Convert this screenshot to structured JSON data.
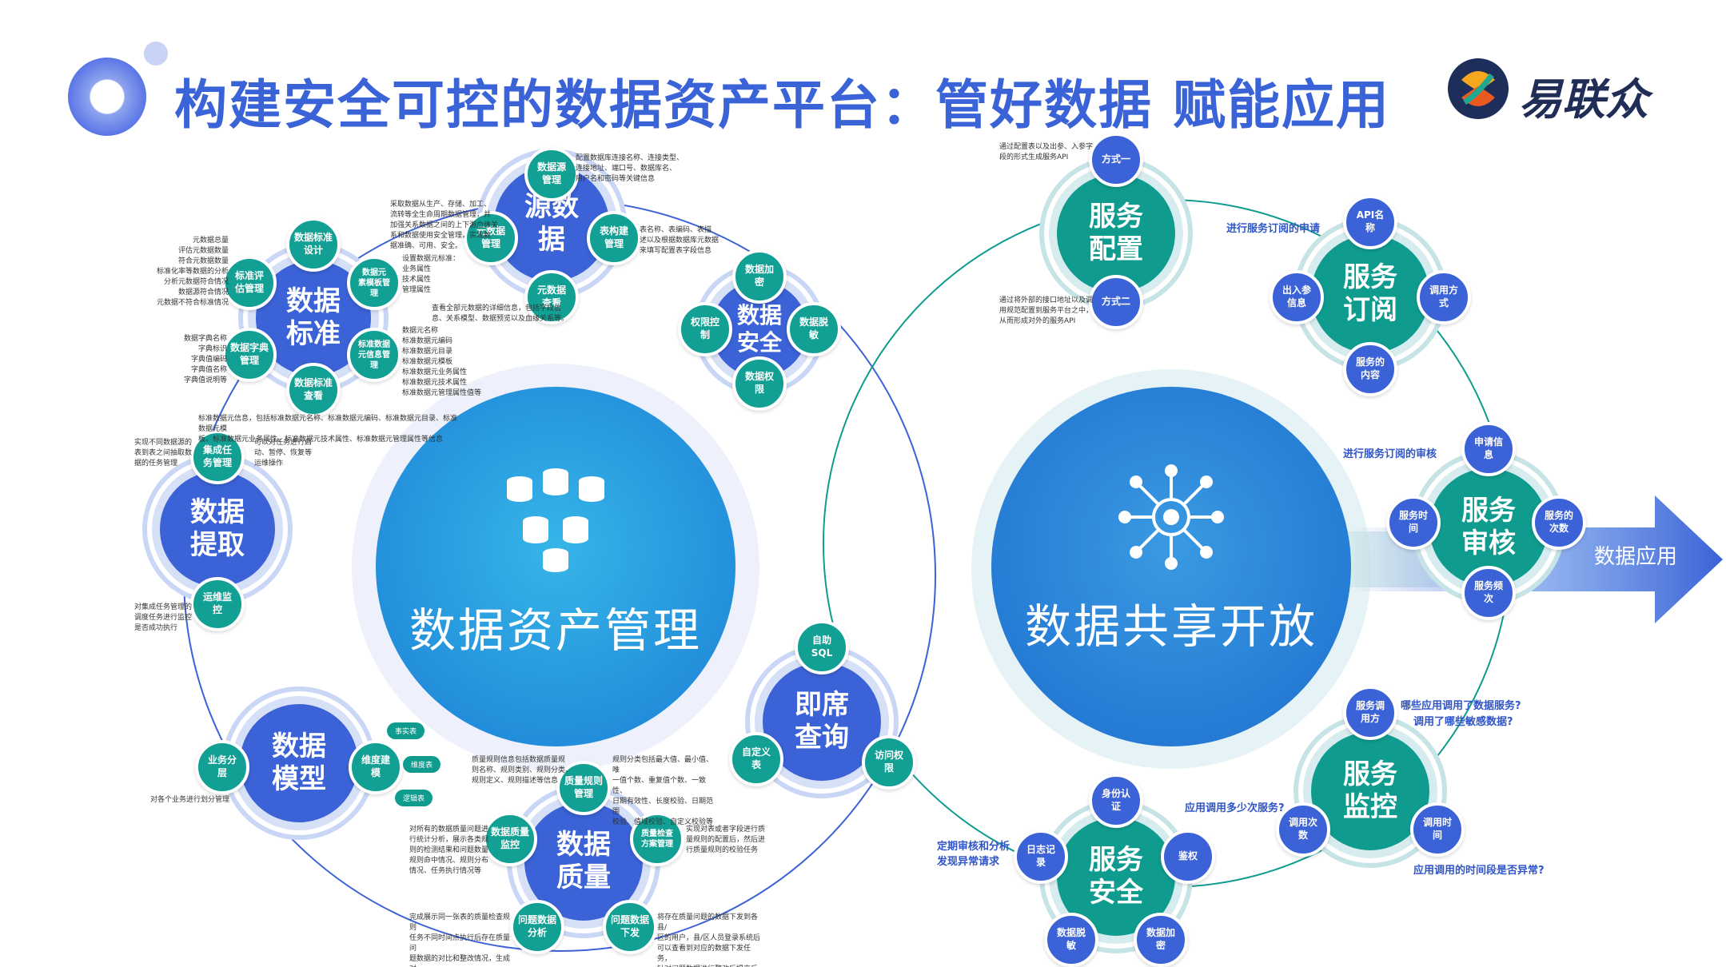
{
  "title": "构建安全可控的数据资产平台：管好数据  赋能应用",
  "logo": {
    "text": "易联众"
  },
  "colors": {
    "blue": "#3b62d6",
    "teal": "#0f9c8f",
    "title": "#3a63d8"
  },
  "center_left": {
    "label": "数据资产管理",
    "icon": "database-stack-icon"
  },
  "center_right": {
    "label": "数据共享开放",
    "icon": "network-share-icon"
  },
  "arrow": {
    "label": "数据应用"
  },
  "modules": {
    "source": {
      "label": "源数\n据",
      "sats": [
        "数据源\n管理",
        "元数据\n管理",
        "表构建\n管理",
        "元数据\n查看"
      ]
    },
    "standard": {
      "label": "数据\n标准",
      "sats": [
        "数据标准\n设计",
        "标准评\n估管理",
        "数据元\n素模板管\n理",
        "数据字典\n管理",
        "标准数据\n元信息管\n理",
        "数据标准\n查看"
      ]
    },
    "security": {
      "label": "数据\n安全",
      "sats": [
        "数据加\n密",
        "权限控\n制",
        "数据脱\n敏",
        "数据权\n限"
      ]
    },
    "extract": {
      "label": "数据\n提取",
      "sats": [
        "集成任\n务管理",
        "运维监\n控"
      ]
    },
    "adhoc": {
      "label": "即席\n查询",
      "sats": [
        "自助\nSQL",
        "自定义\n表",
        "访问权\n限"
      ]
    },
    "model": {
      "label": "数据\n模型",
      "sats": [
        "业务分\n层",
        "维度建\n模"
      ]
    },
    "quality": {
      "label": "数据\n质量",
      "sats": [
        "质量规则\n管理",
        "数据质量\n监控",
        "质量检查\n方案管理",
        "问题数据\n分析",
        "问题数据\n下发"
      ]
    },
    "svc_config": {
      "label": "服务\n配置",
      "sats": [
        "方式一",
        "方式二"
      ]
    },
    "svc_subscribe": {
      "label": "服务\n订阅",
      "sats": [
        "API名\n称",
        "出入参\n信息",
        "调用方\n式",
        "服务的\n内容"
      ]
    },
    "svc_review": {
      "label": "服务\n审核",
      "sats": [
        "申请信\n息",
        "服务时\n间",
        "服务的\n次数",
        "服务频\n次"
      ]
    },
    "svc_monitor": {
      "label": "服务\n监控",
      "sats": [
        "服务调\n用方",
        "调用次\n数",
        "调用时\n间"
      ]
    },
    "svc_security": {
      "label": "服务\n安全",
      "sats": [
        "身份认\n证",
        "日志记\n录",
        "鉴权",
        "数据脱\n敏",
        "数据加\n密"
      ]
    }
  },
  "model_pills": [
    "事实表",
    "维度表",
    "逻辑表"
  ],
  "notes": {
    "source_top": "配置数据库连接名称、连接类型、\n连接地址、端口号、数据库名、\n用户名和密码等关键信息",
    "source_left": "采取数据从生产、存储、加工、\n流转等全生命周期数据管理，并\n加强关系数据之间的上下游血缘关\n系和数据使用安全管理，实现数\n据准确、可用、安全。",
    "source_right": "表名称、表编码、表描\n述以及根据数据库元数据\n来填写配置表字段信息",
    "source_bottom": "查看全部元数据的详细信息，包括字段信\n息、关系模型、数据预览以及血缘关系等。",
    "std_left": "元数据总量\n评估元数据数量\n符合元数据数量\n标准化率等数据的分析\n分析元数据符合情况\n数据源符合情况\n元数据不符合标准情况",
    "std_top_right": "设置数据元标准：\n业务属性\n技术属性\n管理属性",
    "std_dict": "数据字典名称\n字典标识\n字典值编码\n字典值名称\n字典值说明等",
    "std_meta": "数据元名称\n标准数据元编码\n标准数据元目录\n标准数据元模板\n标准数据元业务属性\n标准数据元技术属性\n标准数据元管理属性值等",
    "std_bottom": "标准数据元信息，包括标准数据元名称、标准数据元编码、标准数据元目录、标准数据元模\n板、标准数据元业务属性、标准数据元技术属性、标准数据元管理属性等信息",
    "extract_left": "实现不同数据源的\n表到表之间抽取数\n据的任务管理",
    "extract_right": "可以对任务进行启\n动、暂停、恢复等\n运维操作",
    "extract_bottom": "对集成任务管理的\n调度任务进行监控\n是否成功执行",
    "model_left": "对各个业务进行划分管理",
    "quality_tl": "质量规则信息包括数据质量规\n则名称、规则类别、规则分类、\n规则定义、规则描述等信息",
    "quality_tr": "规则分类包括最大值、最小值、唯\n一值个数、重复值个数、一致性、\n日期有效性、长度校验、日期范围\n校验、值域校验、自定义校验等",
    "quality_ml": "对所有的数据质量问题进\n行统计分析，展示各类规\n则的检测结果和问题数量\n规则命中情况、规则分布\n情况、任务执行情况等",
    "quality_mr": "实现对表或者字段进行质\n量规则的配置后，然后进\n行质量规则的校验任务",
    "quality_bl": "完成展示同一张表的质量检查规则\n任务不同时间点执行后存在质量问\n题数据的对比和整改情况，生成对\n应问题数据的整改报告",
    "quality_br": "将存在质量问题的数据下发到各县/\n区的用户，县/区人员登录系统后\n可以查看到对应的数据下发任务，\n针对问题数据进行整改后提交反馈",
    "cfg_top": "通过配置表以及出参、入参字\n段的形式生成服务API",
    "cfg_bottom": "通过将外部的接口地址以及调\n用规范配置到服务平台之中，\n从而形成对外的服务API"
  },
  "blue_notes": {
    "apply": "进行服务订阅的申请",
    "review": "进行服务订阅的审核",
    "who": "哪些应用调用了数据服务?",
    "sensitive": "调用了哪些敏感数据?",
    "times": "应用调用多少次服务?",
    "abnormal": "应用调用的时间段是否异常?",
    "audit": "定期审核和分析\n发现异常请求"
  }
}
